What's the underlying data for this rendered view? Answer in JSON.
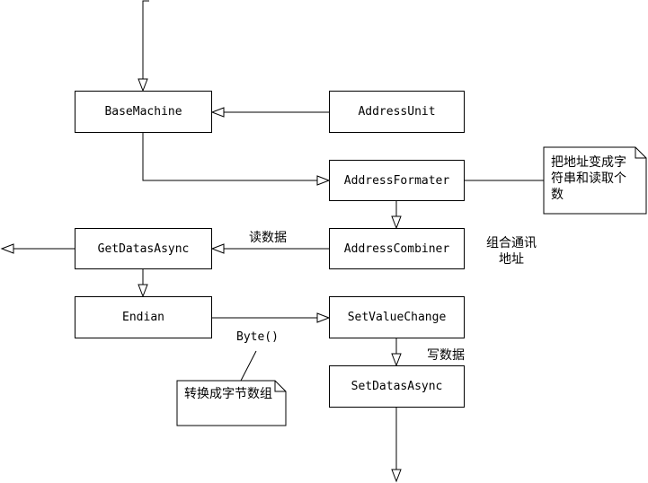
{
  "nodes": {
    "base_machine": "BaseMachine",
    "address_unit": "AddressUnit",
    "address_formater": "AddressFormater",
    "address_combiner": "AddressCombiner",
    "get_datas_async": "GetDatasAsync",
    "endian": "Endian",
    "set_value_change": "SetValueChange",
    "set_datas_async": "SetDatasAsync"
  },
  "notes": {
    "formater_note": "把地址变成字符串和读取个数",
    "byte_note": "转换成字节数组"
  },
  "labels": {
    "read_data": "读数据",
    "combine_address": "组合通讯地址",
    "byte_call": "Byte()",
    "write_data": "写数据"
  }
}
